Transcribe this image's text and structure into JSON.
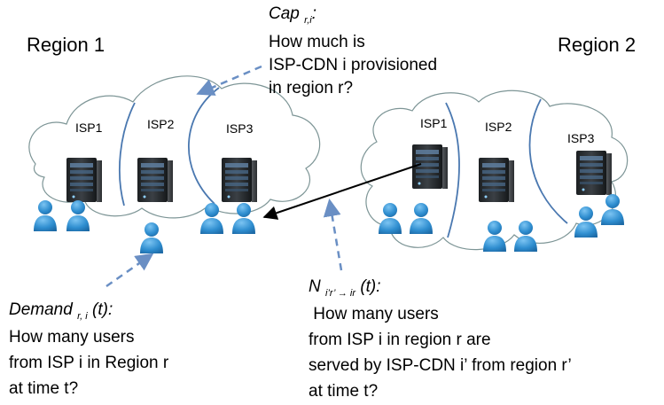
{
  "regions": [
    {
      "title": "Region 1",
      "isps": [
        "ISP1",
        "ISP2",
        "ISP3"
      ]
    },
    {
      "title": "Region 2",
      "isps": [
        "ISP1",
        "ISP2",
        "ISP3"
      ]
    }
  ],
  "annotations": {
    "cap": {
      "symbol": "Cap",
      "subscript": "r,i",
      "suffix": ":",
      "lines": [
        "How much is",
        "ISP-CDN i provisioned",
        "in region r?"
      ]
    },
    "demand": {
      "symbol": "Demand",
      "subscript": "r, i",
      "suffix": "(t):",
      "lines": [
        "How many users",
        "from ISP i in Region r",
        "at time t?"
      ]
    },
    "n_flow": {
      "symbol": "N",
      "subscript": "i’r’ → ir",
      "suffix": "(t):",
      "lines": [
        " How many users",
        "from ISP i in region r are",
        "served by ISP-CDN i’ from region r’",
        "at time t?"
      ]
    }
  },
  "colors": {
    "user_icon": "#2f8ed0",
    "server_body": "#2b2f33",
    "dashed_arrow": "#6a8fc4",
    "cloud_outline": "#7d9596",
    "isp_divider": "#4a78b0",
    "redirect_arrow": "#000000"
  }
}
